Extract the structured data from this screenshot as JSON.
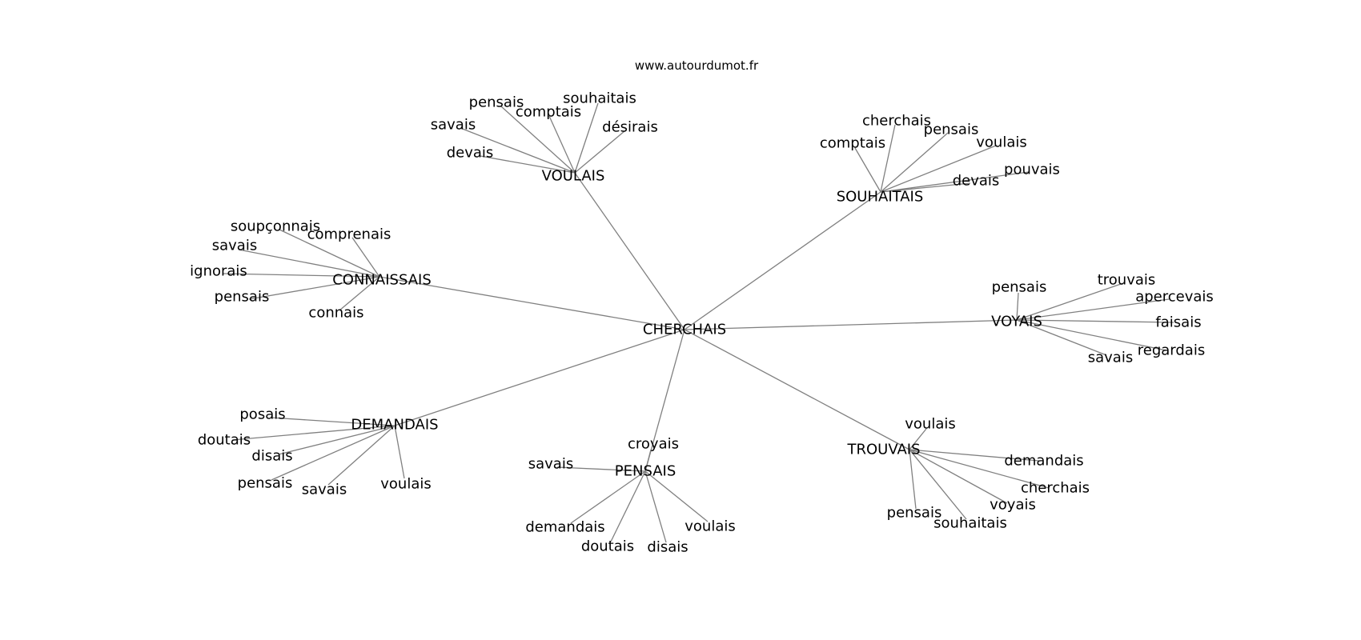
{
  "site_label": "www.autourdumot.fr",
  "graph": {
    "root": "CHERCHAIS",
    "clusters": [
      {
        "hub": "VOULAIS",
        "leaves": [
          "pensais",
          "souhaitais",
          "comptais",
          "savais",
          "désirais",
          "devais"
        ]
      },
      {
        "hub": "SOUHAITAIS",
        "leaves": [
          "cherchais",
          "pensais",
          "comptais",
          "voulais",
          "pouvais",
          "devais"
        ]
      },
      {
        "hub": "CONNAISSAIS",
        "leaves": [
          "soupçonnais",
          "comprenais",
          "savais",
          "ignorais",
          "pensais",
          "connais"
        ]
      },
      {
        "hub": "VOYAIS",
        "leaves": [
          "pensais",
          "trouvais",
          "apercevais",
          "faisais",
          "regardais",
          "savais"
        ]
      },
      {
        "hub": "DEMANDAIS",
        "leaves": [
          "posais",
          "doutais",
          "disais",
          "pensais",
          "savais",
          "voulais"
        ]
      },
      {
        "hub": "PENSAIS",
        "leaves": [
          "croyais",
          "savais",
          "demandais",
          "doutais",
          "disais",
          "voulais"
        ]
      },
      {
        "hub": "TROUVAIS",
        "leaves": [
          "voulais",
          "demandais",
          "cherchais",
          "voyais",
          "pensais",
          "souhaitais"
        ]
      }
    ]
  }
}
